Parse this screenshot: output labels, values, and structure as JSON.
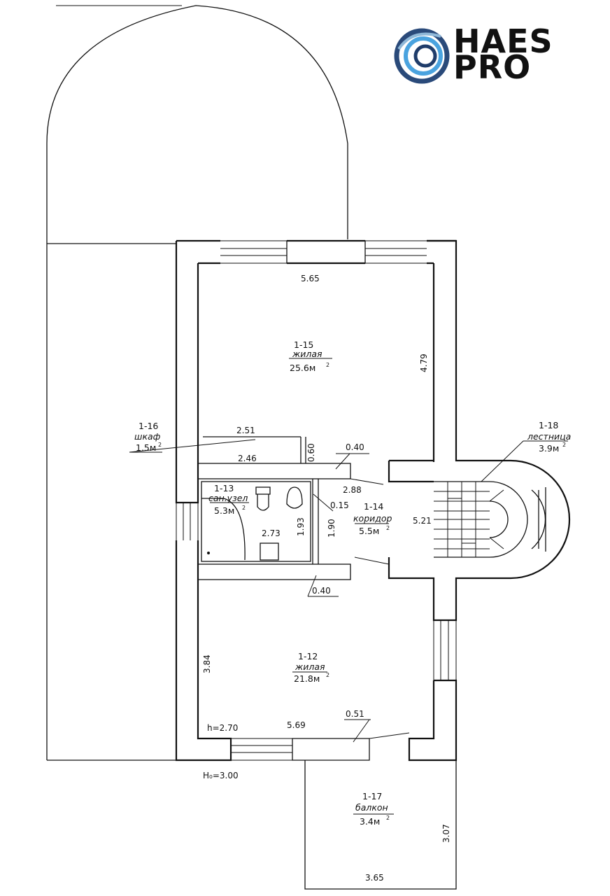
{
  "logo": {
    "line1": "HAES",
    "line2": "PRO",
    "color": "#1f3c6a",
    "accent": "#4aa3df"
  },
  "rooms": {
    "r15": {
      "id": "1-15",
      "name": "жилая",
      "area": "25.6м",
      "sup": "2"
    },
    "r16": {
      "id": "1-16",
      "name": "шкаф",
      "area": "1.5м",
      "sup": "2"
    },
    "r13": {
      "id": "1-13",
      "name": "сан.узел",
      "area": "5.3м",
      "sup": "2"
    },
    "r14": {
      "id": "1-14",
      "name": "коридор",
      "area": "5.5м",
      "sup": "2"
    },
    "r18": {
      "id": "1-18",
      "name": "лестница",
      "area": "3.9м",
      "sup": "2"
    },
    "r12": {
      "id": "1-12",
      "name": "жилая",
      "area": "21.8м",
      "sup": "2"
    },
    "r17": {
      "id": "1-17",
      "name": "балкон",
      "area": "3.4м",
      "sup": "2"
    }
  },
  "dims": {
    "d565": "5.65",
    "d479": "4.79",
    "d251": "2.51",
    "d246": "2.46",
    "d060": "0.60",
    "d040a": "0.40",
    "d288": "2.88",
    "d015": "0.15",
    "d190": "1.90",
    "d193": "1.93",
    "d273": "2.73",
    "d521": "5.21",
    "d040b": "0.40",
    "d384": "3.84",
    "d569": "5.69",
    "d051": "0.51",
    "d307": "3.07",
    "d365": "3.65",
    "h_room": "h=2.70",
    "h_floor": "H₀=3.00"
  }
}
